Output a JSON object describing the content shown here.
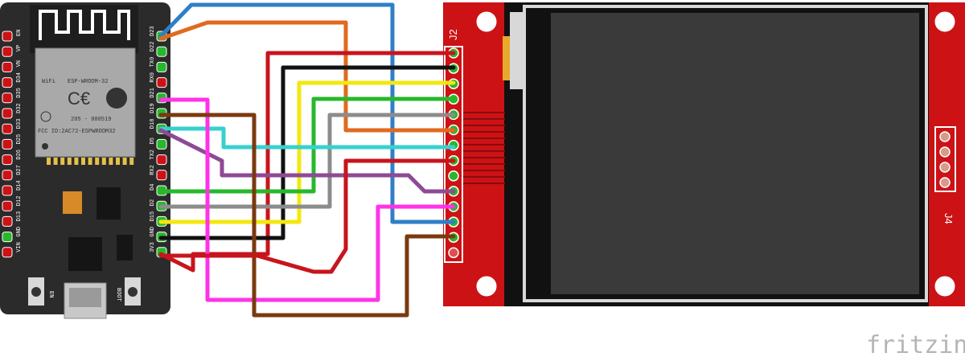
{
  "title": "ESP32 to TFT display wiring (Fritzing breadboard view)",
  "esp32": {
    "module_line1": "ESP-WROOM-32",
    "wifi_mark": "WiFi",
    "fcc_id": "FCC ID:2AC72-ESPWROOM32",
    "cert_code": "205 - 000519",
    "button_en": "EN",
    "button_boot": "BOOT",
    "left_pins": [
      "EN",
      "VP",
      "VN",
      "D34",
      "D35",
      "D32",
      "D33",
      "D25",
      "D26",
      "D27",
      "D14",
      "D12",
      "D13",
      "GND",
      "VIN"
    ],
    "right_pins": [
      "D23",
      "D22",
      "TX0",
      "RX0",
      "D21",
      "D19",
      "D18",
      "D5",
      "TX2",
      "RX2",
      "D4",
      "D2",
      "D15",
      "GND",
      "3V3"
    ]
  },
  "display": {
    "header_j2": "J2",
    "header_j4": "J4",
    "pin_count": 14
  },
  "wires": [
    {
      "name": "wire-blue",
      "color": "#2f7fc8",
      "from": "D23"
    },
    {
      "name": "wire-orange",
      "color": "#e06a1f",
      "from": "D23"
    },
    {
      "name": "wire-red",
      "color": "#c8141d",
      "from": "3V3"
    },
    {
      "name": "wire-black",
      "color": "#111111",
      "from": "GND"
    },
    {
      "name": "wire-yellow",
      "color": "#f2e80f",
      "from": "D15"
    },
    {
      "name": "wire-green",
      "color": "#27b82c",
      "from": "D4"
    },
    {
      "name": "wire-gray",
      "color": "#8c8c8c",
      "from": "D2"
    },
    {
      "name": "wire-cyan",
      "color": "#36d1cf",
      "from": "D18"
    },
    {
      "name": "wire-purple",
      "color": "#8e4a94",
      "from": "D5"
    },
    {
      "name": "wire-magenta",
      "color": "#ff33e6",
      "from": "D21"
    },
    {
      "name": "wire-brown",
      "color": "#7a3a0f",
      "from": "D19"
    },
    {
      "name": "wire-red2",
      "color": "#c8141d",
      "from": "3V3"
    }
  ],
  "logo": "fritzing"
}
